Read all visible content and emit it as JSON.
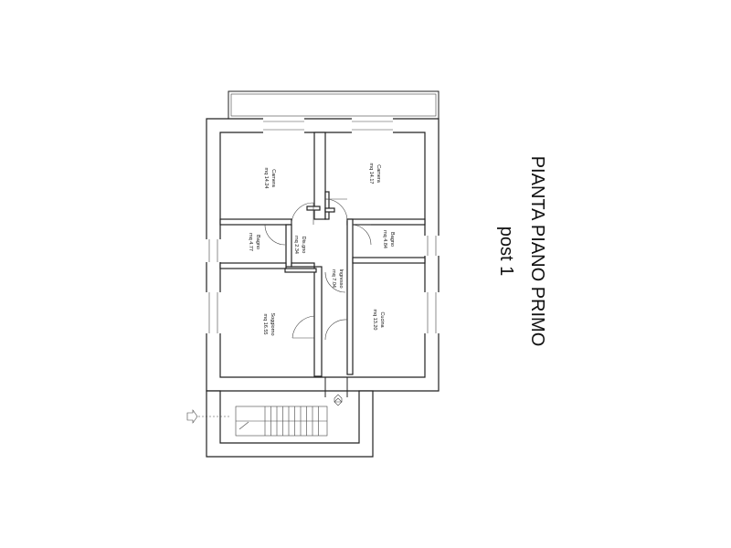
{
  "title": {
    "line1": "PIANTA PIANO PRIMO",
    "line2": "post 1"
  },
  "rooms": {
    "camera_left": {
      "name": "Camera",
      "area": "mq 14.24"
    },
    "camera_right": {
      "name": "Camera",
      "area": "mq 14.17"
    },
    "bagno_left": {
      "name": "Bagno",
      "area": "mq 4.77"
    },
    "disimpegno": {
      "name": "Dis.gno",
      "area": "mq 2.34"
    },
    "bagno_right": {
      "name": "Bagno",
      "area": "mq 4.84"
    },
    "ingresso": {
      "name": "Ingresso",
      "area": "mq 7.04"
    },
    "soggiorno": {
      "name": "Soggiorno",
      "area": "mq 16.55"
    },
    "cucina": {
      "name": "Cucina",
      "area": "mq 13.20"
    }
  }
}
